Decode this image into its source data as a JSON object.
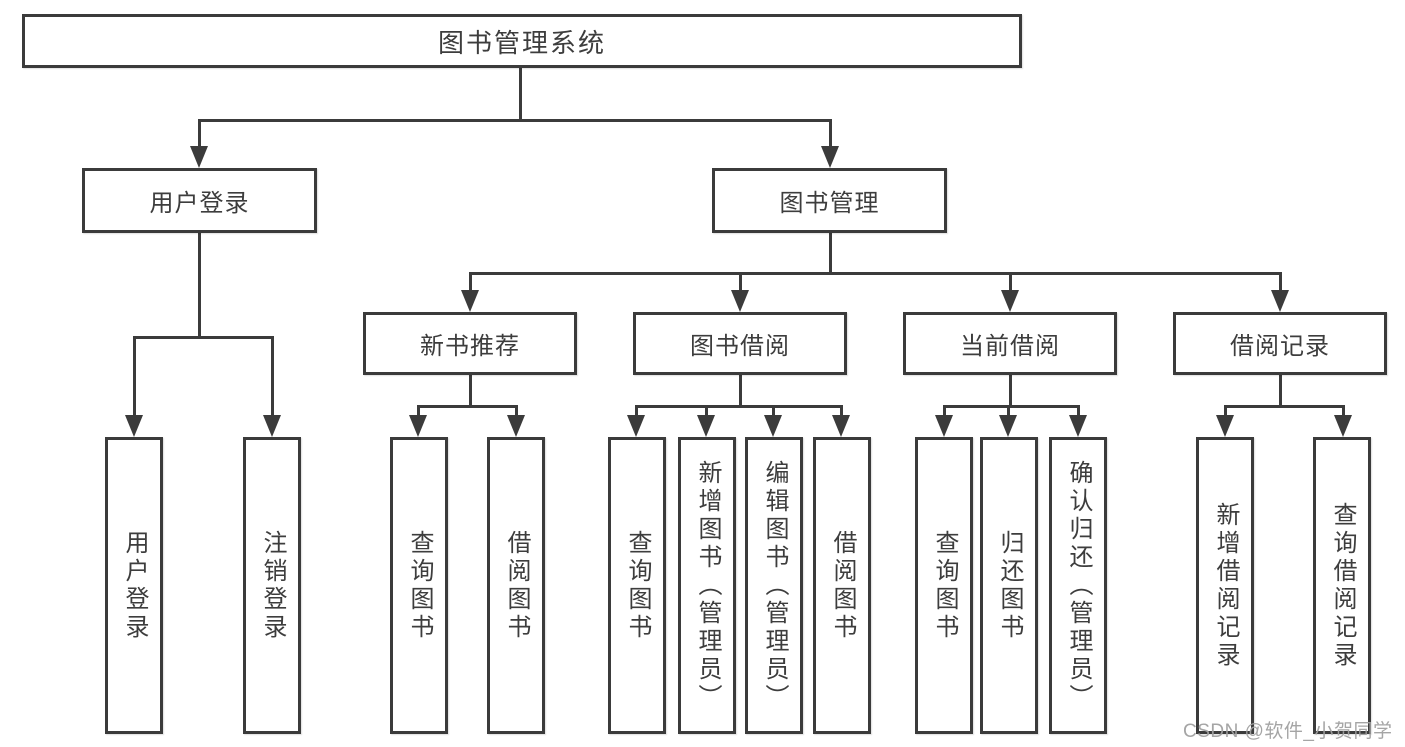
{
  "tree": {
    "label": "图书管理系统",
    "children": [
      {
        "label": "用户登录",
        "children": [
          {
            "label": "用户登录"
          },
          {
            "label": "注销登录"
          }
        ]
      },
      {
        "label": "图书管理",
        "children": [
          {
            "label": "新书推荐",
            "children": [
              {
                "label": "查询图书"
              },
              {
                "label": "借阅图书"
              }
            ]
          },
          {
            "label": "图书借阅",
            "children": [
              {
                "label": "查询图书"
              },
              {
                "label": "新增图书（管理员）"
              },
              {
                "label": "编辑图书（管理员）"
              },
              {
                "label": "借阅图书"
              }
            ]
          },
          {
            "label": "当前借阅",
            "children": [
              {
                "label": "查询图书"
              },
              {
                "label": "归还图书"
              },
              {
                "label": "确认归还（管理员）"
              }
            ]
          },
          {
            "label": "借阅记录",
            "children": [
              {
                "label": "新增借阅记录"
              },
              {
                "label": "查询借阅记录"
              }
            ]
          }
        ]
      }
    ]
  },
  "watermark": {
    "text": "CSDN @软件_小贺同学"
  },
  "colors": {
    "line": "#3b3b3b",
    "text": "#3d3d3d",
    "watermark": "#a0a0a0",
    "background": "#ffffff"
  }
}
